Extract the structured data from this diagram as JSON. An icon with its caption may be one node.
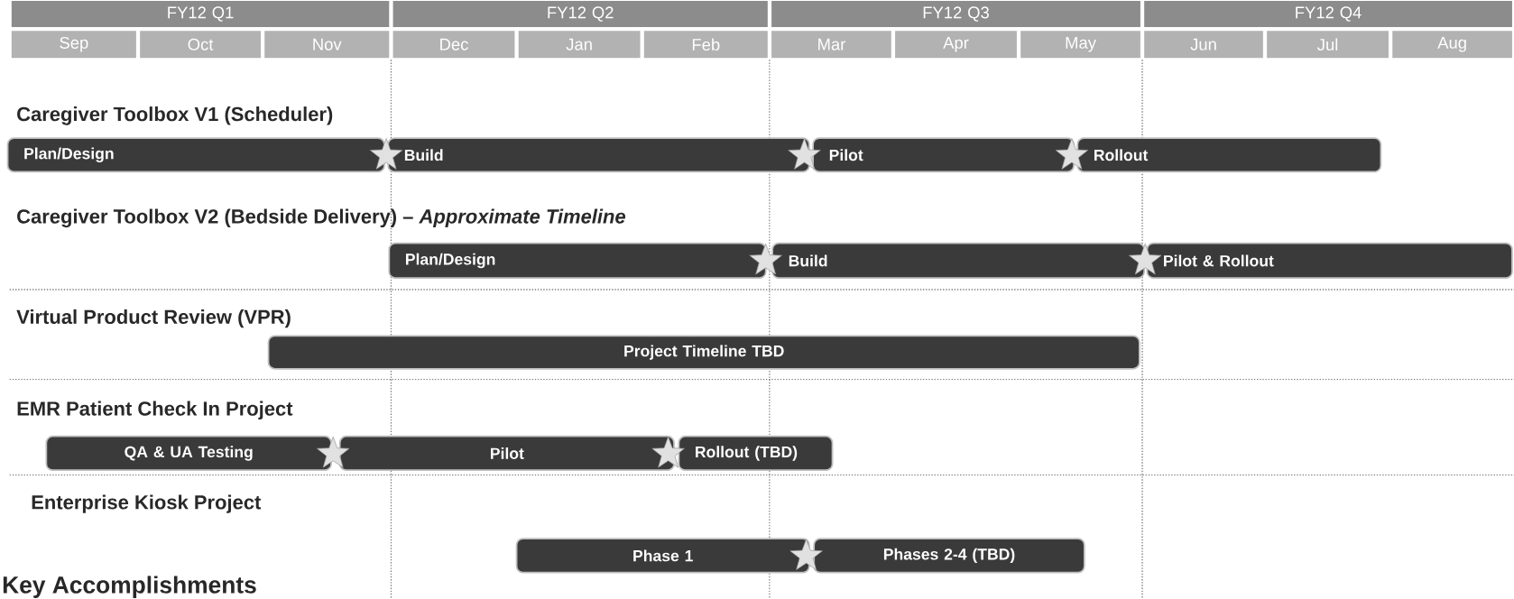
{
  "diagram": {
    "nodes": [
      {
        "text": [
          "FY12 Q1"
        ]
      },
      {
        "text": [
          "FY12 Q2"
        ]
      },
      {
        "text": [
          "FY12 Q3"
        ]
      },
      {
        "text": [
          "FY12 Q4"
        ]
      },
      {
        "text": [
          "Sep"
        ]
      },
      {
        "text": [
          "Oct"
        ]
      },
      {
        "text": [
          "Nov"
        ]
      },
      {
        "text": [
          "Dec"
        ]
      },
      {
        "text": [
          "Jan"
        ]
      },
      {
        "text": [
          "Feb"
        ]
      },
      {
        "text": [
          "Mar"
        ]
      },
      {
        "text": [
          "Apr"
        ]
      },
      {
        "text": [
          "May"
        ]
      },
      {
        "text": [
          "Jun"
        ]
      },
      {
        "text": [
          "Jul"
        ]
      },
      {
        "text": [
          "Aug"
        ]
      },
      {
        "text": [
          "Plan/Design"
        ]
      },
      {
        "text": [
          "Build"
        ]
      },
      {
        "text": [
          "Pilot"
        ]
      },
      {
        "text": [
          "Rollout"
        ]
      },
      {
        "text": [
          "Plan/Design"
        ]
      },
      {
        "text": [
          "Build"
        ]
      },
      {
        "text": [
          "Pilot & Rollout"
        ]
      },
      {
        "text": [
          "Project Timeline TBD"
        ]
      },
      {
        "text": [
          "QA & UA Testing"
        ]
      },
      {
        "text": [
          "Pilot"
        ]
      },
      {
        "text": [
          "Rollout (TBD)"
        ]
      },
      {
        "text": [
          "Phase 1"
        ]
      },
      {
        "text": [
          "Phases 2-4 (TBD)"
        ]
      }
    ],
    "labels": [
      "Caregiver Toolbox V1 (Scheduler)",
      "Caregiver Toolbox V2 (Bedside Delivery) – *Approximate Timeline*",
      "Virtual Product Review (VPR)",
      "EMR Patient Check In Project",
      "Enterprise Kiosk Project",
      "Key Accomplishments"
    ]
  }
}
